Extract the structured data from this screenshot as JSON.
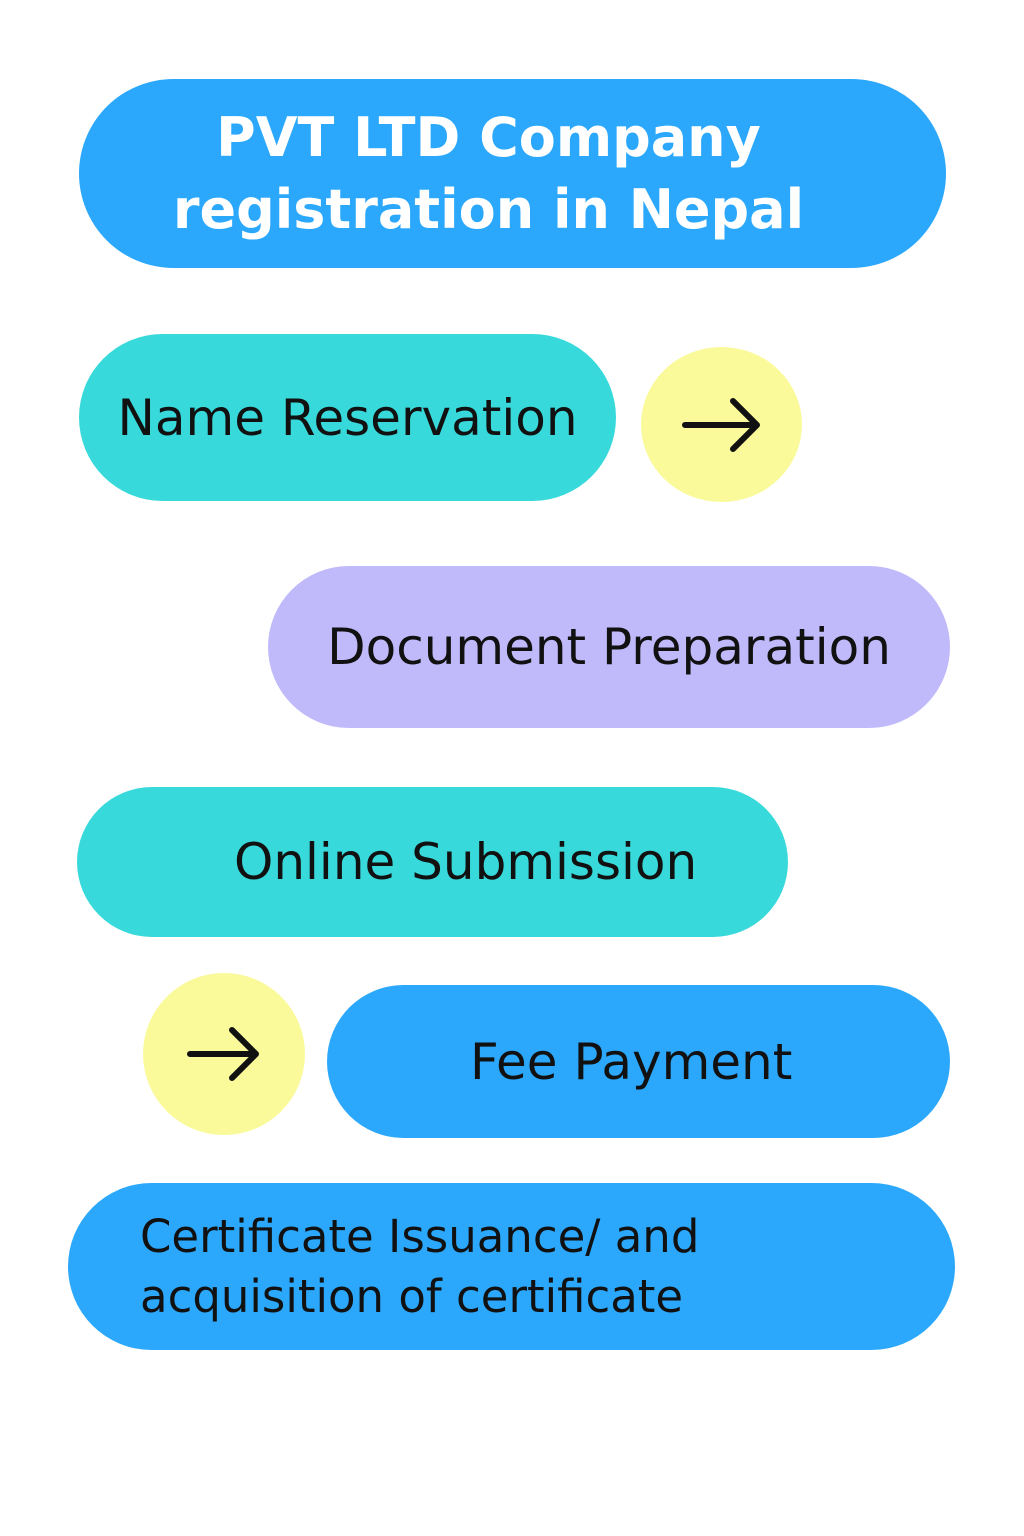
{
  "colors": {
    "title_bg": "#2BA8FC",
    "teal": "#38D9DB",
    "lavender": "#C0BAFB",
    "blue": "#2BA8FC",
    "yellow": "#FAFA9B",
    "text_dark": "#111111",
    "text_light": "#FFFFFF"
  },
  "title": {
    "line1": "PVT LTD Company",
    "line2": "registration in Nepal"
  },
  "steps": [
    {
      "label": "Name Reservation"
    },
    {
      "label": "Document Preparation"
    },
    {
      "label": "Online Submission"
    },
    {
      "label": "Fee Payment"
    },
    {
      "line1": "Certificate Issuance/ and",
      "line2": "acquisition of certificate"
    }
  ],
  "connectors": [
    {
      "icon": "arrow-right-icon"
    },
    {
      "icon": "arrow-right-icon"
    }
  ]
}
